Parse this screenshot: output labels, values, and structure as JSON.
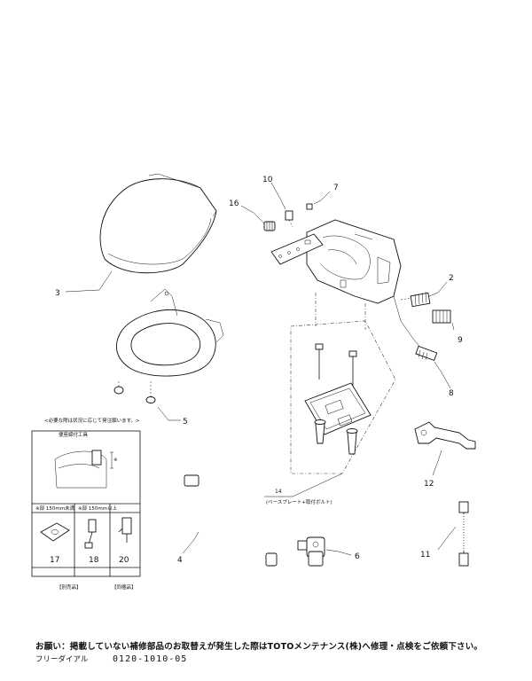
{
  "callouts": {
    "c2": "2",
    "c3": "3",
    "c4": "4",
    "c5": "5",
    "c6": "6",
    "c7": "7",
    "c8": "8",
    "c9": "9",
    "c10": "10",
    "c11": "11",
    "c12": "12",
    "c14": "14",
    "c16": "16",
    "c17": "17",
    "c18": "18",
    "c20": "20"
  },
  "label_14_sub": "(ベースプレート+取付ボルト)",
  "inset": {
    "heading": "<必要な際は状況に応じて発注願います。>",
    "tool_label": "便座締付工具",
    "col_left": "※部 150mm未満",
    "col_right": "※部 150mm以上",
    "mark": "※",
    "group_left": "【別売品】",
    "group_right": "【同梱品】"
  },
  "footer": {
    "notice": "お願い：掲載していない補修部品のお取替えが発生した際はTOTOメンテナンス(株)へ修理・点検をご依頼下さい。",
    "dial_label": "フリーダイアル",
    "dial_number": "0120-1010-05"
  }
}
